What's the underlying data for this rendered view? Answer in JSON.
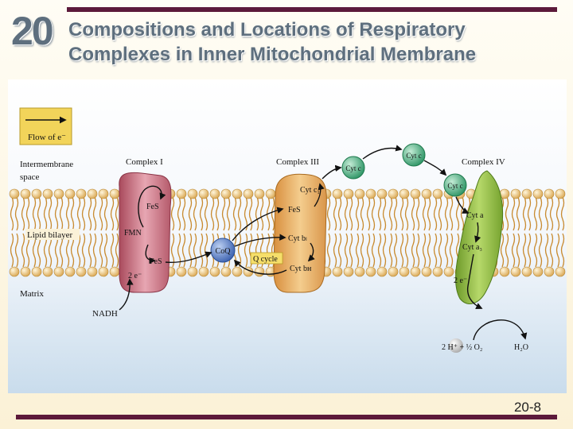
{
  "slide": {
    "chapter_number": "20",
    "title_line1": "Compositions and Locations of Respiratory",
    "title_line2": "Complexes in Inner Mitochondrial Membrane",
    "page_number": "20-8"
  },
  "figure": {
    "legend": {
      "label": "Flow of e⁻"
    },
    "regions": {
      "intermembrane": "Intermembrane",
      "intermembrane2": "space",
      "lipid": "Lipid bilayer",
      "matrix": "Matrix"
    },
    "complex1": {
      "title": "Complex I",
      "fes1": "FeS",
      "fmn": "FMN",
      "fes2": "FeS",
      "electrons": "2 e⁻",
      "nadh": "NADH"
    },
    "coq": {
      "label": "CoQ"
    },
    "complex3": {
      "title": "Complex III",
      "cytc1": "Cyt c₁",
      "fes": "FeS",
      "cytbl": "Cyt bₗ",
      "qcycle": "Q cycle",
      "cytbh": "Cyt bʜ"
    },
    "cytc": {
      "left": "Cyt c",
      "top": "Cyt c",
      "bottom": "Cyt c"
    },
    "complex4": {
      "title": "Complex IV",
      "cyta": "Cyt a",
      "cyta3": "Cyt a₃",
      "electrons": "2 e⁻"
    },
    "reaction": {
      "reactants": "2 H⁺ + ½ O₂",
      "product": "H₂O"
    },
    "colors": {
      "complex1": "#c9707f",
      "complex3": "#e0a35a",
      "coq": "#4f74c4",
      "cytc": "#3fa878",
      "complex4": "#8ab53a",
      "legend": "#f2d45a"
    }
  }
}
